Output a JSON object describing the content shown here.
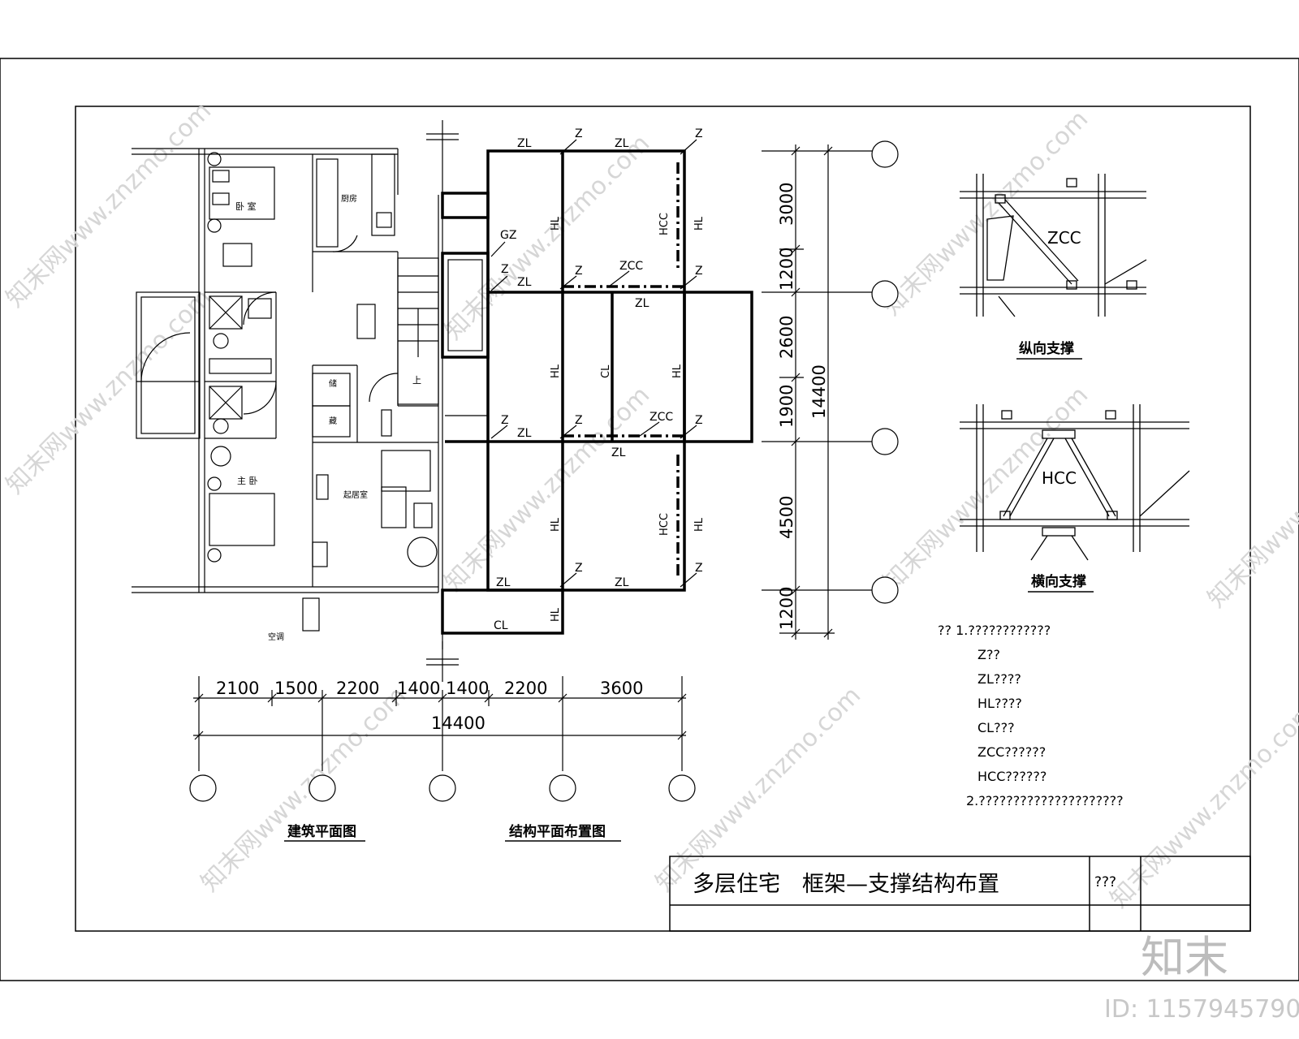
{
  "watermark": {
    "text": "知末网www.znzmo.com",
    "logo": "知末",
    "id_text": "ID: 1157945790"
  },
  "arch_plan": {
    "caption": "建筑平面图",
    "rooms": {
      "bedroom": "卧 室",
      "kitchen": "厨房",
      "master_bedroom": "主 卧",
      "living": "起居室",
      "storage1": "储",
      "storage2": "藏",
      "up": "上",
      "ac": "空调"
    },
    "dims": [
      "2100",
      "1500",
      "2200",
      "1400",
      "1400",
      "2200",
      "3600"
    ],
    "total": "14400"
  },
  "struct_plan": {
    "caption": "结构平面布置图",
    "labels": {
      "zl": "ZL",
      "z": "Z",
      "gz": "GZ",
      "hl": "HL",
      "hcc": "HCC",
      "cl": "CL",
      "zcc": "ZCC"
    }
  },
  "vertical_dims": {
    "segments": [
      "3000",
      "1200",
      "2600",
      "1900",
      "4500",
      "1200"
    ],
    "total": "14400"
  },
  "details": {
    "longitudinal": {
      "label": "ZCC",
      "caption": "纵向支撑"
    },
    "transverse": {
      "label": "HCC",
      "caption": "横向支撑"
    }
  },
  "notes": {
    "head": "?? 1.????????????",
    "lines": [
      "Z??",
      "ZL????",
      "HL????",
      "CL???",
      "ZCC??????",
      "HCC??????"
    ],
    "line2": "2.?????????????????????"
  },
  "title_block": {
    "title": "多层住宅　框架—支撑结构布置",
    "code": "???"
  }
}
